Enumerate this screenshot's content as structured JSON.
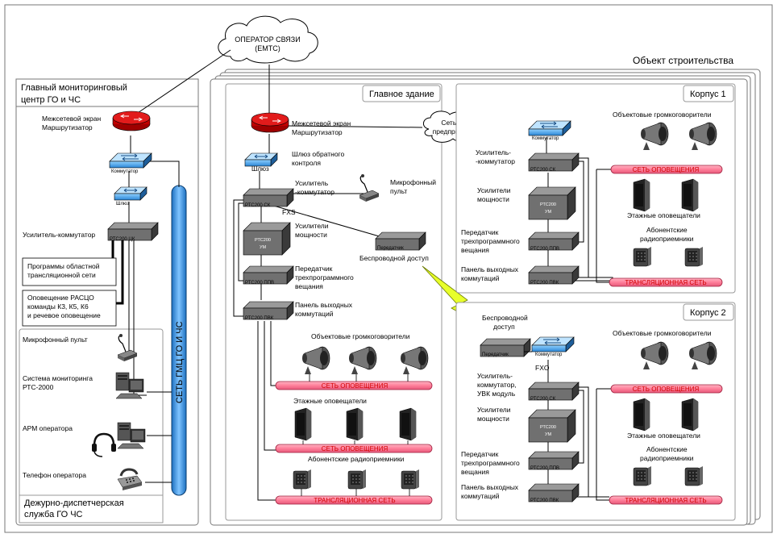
{
  "operator": {
    "line1": "ОПЕРАТОР СВЯЗИ",
    "line2": "(ЕМТС)"
  },
  "object_title": "Объект строительства",
  "left_panel": {
    "title1": "Главный мониторинговый",
    "title2": "центр ГО и ЧС",
    "firewall1": "Межсетевой экран",
    "firewall2": "Маршрутизатор",
    "switch_label": "Коммутатор",
    "gateway_label": "Шлюз",
    "amp_label": "Усилитель-коммутатор",
    "amp_device": "РТС200 ЦК",
    "prog1": "Программы областной",
    "prog2": "трансляционной сети",
    "alert1": "Оповещение РАСЦО",
    "alert2": "команды К3, К5, К6",
    "alert3": "и речевое оповещение",
    "mic": "Микрофонный пульт",
    "mon1": "Система мониторинга",
    "mon2": "РТС-2000",
    "arm": "АРМ оператора",
    "phone": "Телефон оператора",
    "duty1": "Дежурно-диспетчерская",
    "duty2": "служба ГО ЧС",
    "vnet": "СЕТЬ ГМЦ ГО И ЧС"
  },
  "main": {
    "title": "Главное здание",
    "fw1": "Межсетевой экран",
    "fw2": "Маршрутизатор",
    "ipnet1": "Сеть IP",
    "ipnet2": "предприятия",
    "gw1": "Шлюз обратного",
    "gw2": "контроля",
    "gw_device": "Шлюз",
    "amp1": "Усилитель",
    "amp2": "-коммутатор",
    "amp_device": "РТС200 СК",
    "mic1": "Микрофонный",
    "mic2": "пульт",
    "fxs": "FXS",
    "pow1": "Усилители",
    "pow2": "мощности",
    "pow_device1": "РТС200",
    "pow_device2": "УМ",
    "wireless": "Беспроводной доступ",
    "tx_device": "Передатчик",
    "tr1": "Передатчик",
    "tr2": "трехпрограммного",
    "tr3": "вещания",
    "tr_device": "РТС200 ППВ",
    "pan1": "Панель выходных",
    "pan2": "коммутаций",
    "pan_device": "РТС200 ПВК",
    "spk": "Объектовые громкоговорители",
    "net_alert": "СЕТЬ ОПОВЕЩЕНИЯ",
    "floor": "Этажные оповещатели",
    "net_alert2": "СЕТЬ ОПОВЕЩЕНИЯ",
    "recv": "Абонентские радиоприемники",
    "net_trans": "ТРАНСЛЯЦИОННАЯ СЕТЬ"
  },
  "k1": {
    "title": "Корпус 1",
    "switch": "Коммутатор",
    "spk": "Объектовые громкоговорители",
    "amp1": "Усилитель-",
    "amp2": "-коммутатор",
    "amp_device": "РТС200 СК",
    "net_alert": "СЕТЬ ОПОВЕЩЕНИЯ",
    "pow1": "Усилители",
    "pow2": "мощности",
    "pow_device1": "РТС200",
    "pow_device2": "УМ",
    "floor": "Этажные оповещатели",
    "recv1": "Абонентские",
    "recv2": "радиоприемники",
    "tr1": "Передатчик",
    "tr2": "трехпрограммного",
    "tr3": "вещания",
    "tr_device": "РТС200 ППВ",
    "pan1": "Панель выходных",
    "pan2": "коммутаций",
    "pan_device": "РТС200 ПВК",
    "net_trans": "ТРАНСЛЯЦИОННАЯ СЕТЬ"
  },
  "k2": {
    "title": "Корпус 2",
    "wl1": "Беспроводной",
    "wl2": "доступ",
    "tx_device": "Передатчик",
    "switch": "Коммутатор",
    "fxo": "FXO",
    "spk": "Объектовые громкоговорители",
    "amp1": "Усилитель-",
    "amp2": "коммутатор,",
    "amp3": "УВК модуль",
    "amp_device": "РТС200 СК",
    "net_alert": "СЕТЬ ОПОВЕЩЕНИЯ",
    "pow1": "Усилители",
    "pow2": "мощности",
    "pow_device1": "РТС200",
    "pow_device2": "УМ",
    "floor": "Этажные оповещатели",
    "recv1": "Абонентские",
    "recv2": "радиоприемники",
    "tr1": "Передатчик",
    "tr2": "трехпрограммного",
    "tr3": "вещания",
    "tr_device": "РТС200 ППВ",
    "pan1": "Панель выходных",
    "pan2": "коммутаций",
    "pan_device": "РТС200 ПВК",
    "net_trans": "ТРАНСЛЯЦИОННАЯ СЕТЬ"
  }
}
